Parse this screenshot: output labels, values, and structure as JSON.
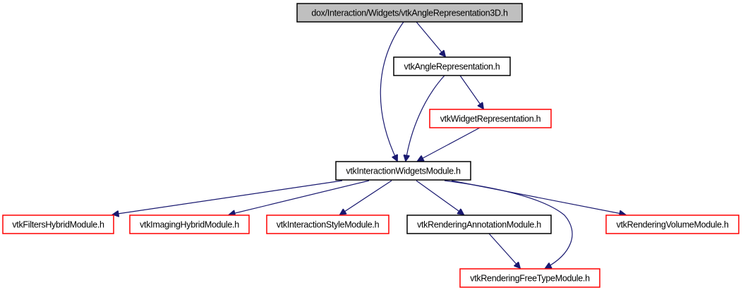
{
  "diagram": {
    "type": "include-dependency-graph",
    "colors": {
      "edge": "#191970",
      "root_fill": "#bfbfbf",
      "root_border": "#000000",
      "documented_border": "#000000",
      "undocumented_border": "#ff0000",
      "node_fill": "#ffffff"
    },
    "nodes": [
      {
        "id": "root",
        "label": "dox/Interaction/Widgets/vtkAngleRepresentation3D.h",
        "kind": "root"
      },
      {
        "id": "angle",
        "label": "vtkAngleRepresentation.h",
        "kind": "documented"
      },
      {
        "id": "widgetrep",
        "label": "vtkWidgetRepresentation.h",
        "kind": "undocumented"
      },
      {
        "id": "iwm",
        "label": "vtkInteractionWidgetsModule.h",
        "kind": "documented"
      },
      {
        "id": "filters",
        "label": "vtkFiltersHybridModule.h",
        "kind": "undocumented"
      },
      {
        "id": "imaging",
        "label": "vtkImagingHybridModule.h",
        "kind": "undocumented"
      },
      {
        "id": "istyle",
        "label": "vtkInteractionStyleModule.h",
        "kind": "undocumented"
      },
      {
        "id": "annot",
        "label": "vtkRenderingAnnotationModule.h",
        "kind": "documented"
      },
      {
        "id": "volume",
        "label": "vtkRenderingVolumeModule.h",
        "kind": "undocumented"
      },
      {
        "id": "freetype",
        "label": "vtkRenderingFreeTypeModule.h",
        "kind": "undocumented"
      }
    ],
    "edges": [
      {
        "from": "root",
        "to": "angle"
      },
      {
        "from": "root",
        "to": "iwm"
      },
      {
        "from": "angle",
        "to": "widgetrep"
      },
      {
        "from": "angle",
        "to": "iwm"
      },
      {
        "from": "widgetrep",
        "to": "iwm"
      },
      {
        "from": "iwm",
        "to": "filters"
      },
      {
        "from": "iwm",
        "to": "imaging"
      },
      {
        "from": "iwm",
        "to": "istyle"
      },
      {
        "from": "iwm",
        "to": "annot"
      },
      {
        "from": "iwm",
        "to": "freetype"
      },
      {
        "from": "iwm",
        "to": "volume"
      },
      {
        "from": "annot",
        "to": "freetype"
      }
    ]
  }
}
